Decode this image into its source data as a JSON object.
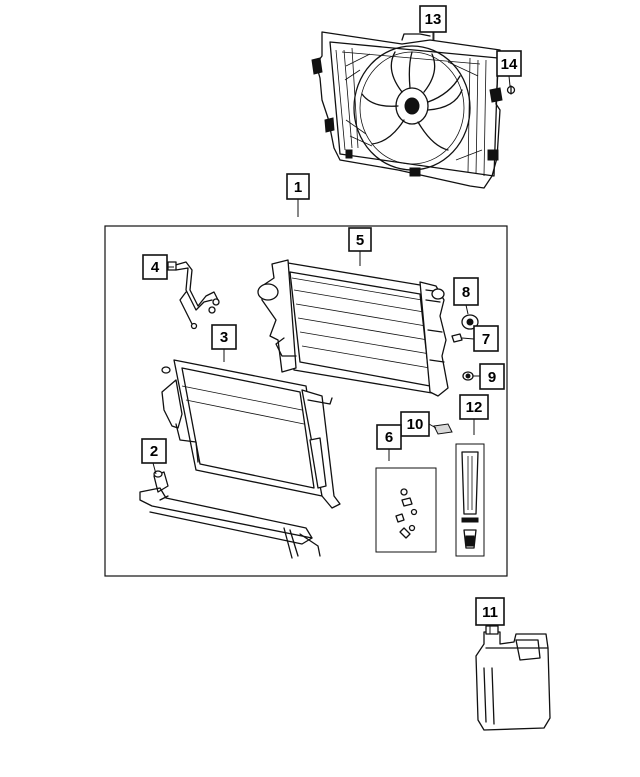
{
  "callouts": {
    "c1": "1",
    "c2": "2",
    "c3": "3",
    "c4": "4",
    "c5": "5",
    "c6": "6",
    "c7": "7",
    "c8": "8",
    "c9": "9",
    "c10": "10",
    "c11": "11",
    "c12": "12",
    "c13": "13",
    "c14": "14"
  },
  "colors": {
    "line": "#111111",
    "background": "#ffffff"
  }
}
